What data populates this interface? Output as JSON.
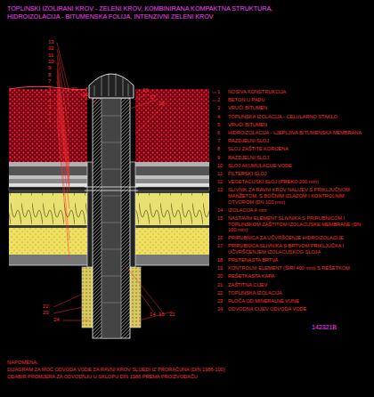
{
  "diagram": {
    "title": "TOPLINSKI IZOLIRANI KROV - ZELENI KROV, KOMBINIRANA KOMPAKTNA STRUKTURA, HIDROIZOLACIJA - BITUMENSKA FOLIJA, INTENZIVNI ZELENI KROV",
    "labels": [
      "13",
      "12",
      "11",
      "10",
      "9",
      "8",
      "7",
      "6",
      "5",
      "4",
      "3",
      "2",
      "1",
      "20",
      "19",
      "16",
      "17",
      "18",
      "22",
      "23",
      "24",
      "14",
      "15",
      "21",
      "1",
      "NOSIVA KONSTRUKCIJA",
      "2",
      "BETON U PADU",
      "3",
      "VRUĆI BITUMEN",
      "4",
      "TOPLINSKA IZOLACIJA - CELULARNO STAKLO",
      "5",
      "VRUĆI BITUMEN",
      "6",
      "HIDROIZOLACIJA - LJEPLJIVA BITUMENSKA MEMBRANA",
      "7",
      "RAZDJELNI SLOJ",
      "8",
      "SLOJ ZAŠTITE KORIJENA",
      "9",
      "RAZDJELNI SLOJ",
      "10",
      "SLOJ AKUMULACIJE VODE",
      "11",
      "FILTERSKI SLOJ",
      "12",
      "VEGETACIJSKI SLOJ (PREKO 200 mm)",
      "13",
      "SLIVNIK ZA RAVNI KROV NALIJEV S PRIKLJUČNOM MANŽETOM, S BOČNIM IZLAZOM I KONTROLNIM OTVOROM (DN 100 mm)",
      "14",
      "IZOLACIJA 4 mm",
      "15",
      "NASTAVNI ELEMENT SLIVNIKA S PRIRUBNICOM I TOPLINSKOM ZAŠTITOM IZOLACIJSKE MEMBRANE (DN 100 mm)",
      "16",
      "PRIRUBNICA ZA UČVRŠĆENJE HIDROIZOLACIJE",
      "17",
      "PRIRUBNICA SLIVNIKA S BRTVOM PRIKLJUČKA I UČVRŠĆENJEM IZOLACIJSKOG SLOJA",
      "18",
      "PRSTENASTA BRTVA",
      "19",
      "KONTROLNI ELEMENT (ŠIRI 400 mm) S REŠETKOM",
      "20",
      "REŠETKASTA KAPA",
      "21",
      "ZAŠTITNA CIJEV",
      "22",
      "TOPLINSKA IZOLACIJA",
      "23",
      "PLOČA OD MINERALNE VUNE",
      "24",
      "ODVODNA CIJEV ODVODA VODE",
      "NAPOMENA:",
      "DIJAGRAM ZA MOĆ ODVODA VODE ZA RAVNI KROV SLIJEDI IZ PRORAČUNA (DIN 1986-100)",
      "ODABIR PROMJERA ZA ODVODNJU U SKLOPU DIN 1986 PREMA PROIZVOĐAČU",
      "142321B"
    ]
  }
}
